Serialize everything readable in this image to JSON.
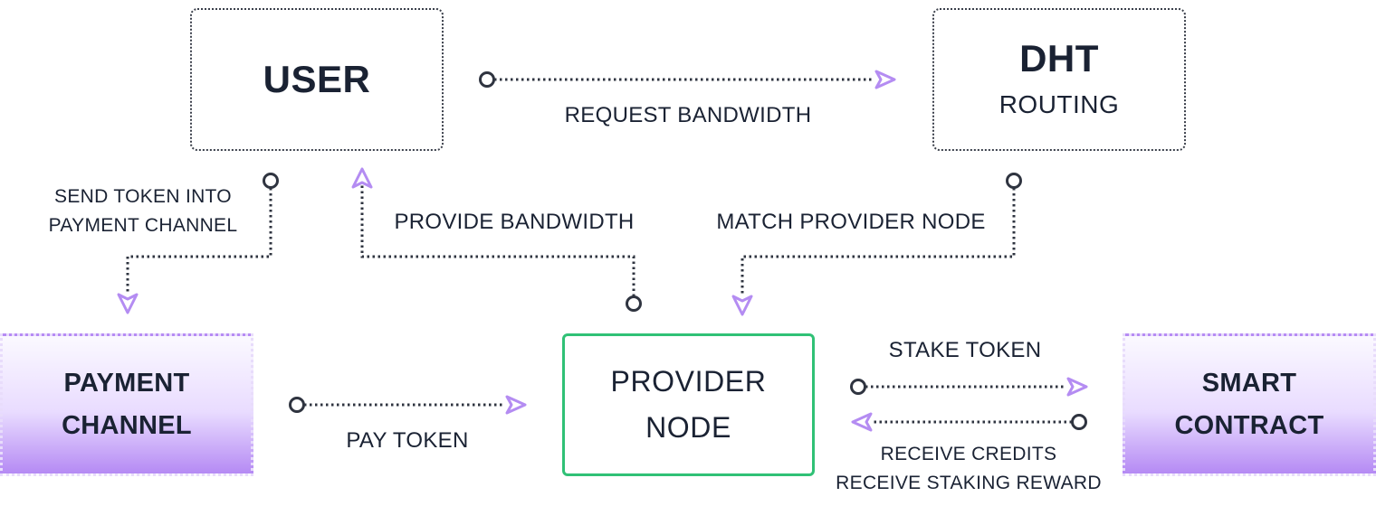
{
  "nodes": {
    "user": {
      "title": "USER"
    },
    "dht": {
      "title": "DHT",
      "subtitle": "ROUTING"
    },
    "payment_channel": {
      "line1": "PAYMENT",
      "line2": "CHANNEL"
    },
    "provider_node": {
      "line1": "PROVIDER",
      "line2": "NODE"
    },
    "smart_contract": {
      "line1": "SMART",
      "line2": "CONTRACT"
    }
  },
  "edges": {
    "request_bandwidth": "REQUEST BANDWIDTH",
    "send_token_line1": "SEND TOKEN INTO",
    "send_token_line2": "PAYMENT CHANNEL",
    "provide_bandwidth": "PROVIDE BANDWIDTH",
    "match_provider_node": "MATCH PROVIDER NODE",
    "pay_token": "PAY TOKEN",
    "stake_token": "STAKE TOKEN",
    "receive_credits": "RECEIVE CREDITS",
    "receive_staking_reward": "RECEIVE STAKING REWARD"
  },
  "colors": {
    "connector": "#2f3440",
    "arrowhead": "#b48cf2",
    "provider_border": "#30c176",
    "purple_box_bottom": "#b58af4",
    "text": "#1a2233"
  }
}
